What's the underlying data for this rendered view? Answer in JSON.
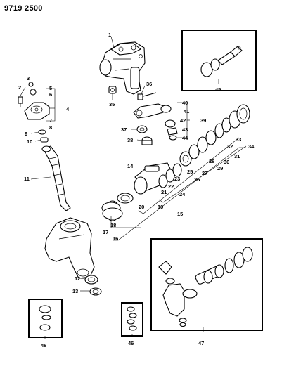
{
  "document_id": "9719 2500",
  "callouts": {
    "c1": "1",
    "c2": "2",
    "c3": "3",
    "c4": "4",
    "c5": "5",
    "c6": "6",
    "c7": "7",
    "c8": "8",
    "c9": "9",
    "c10": "10",
    "c11": "11",
    "c12": "12",
    "c13": "13",
    "c14": "14",
    "c15": "15",
    "c16": "16",
    "c17": "17",
    "c18": "18",
    "c19": "19",
    "c20": "20",
    "c21": "21",
    "c22": "22",
    "c23": "23",
    "c24": "24",
    "c25": "25",
    "c26": "26",
    "c27": "27",
    "c28": "28",
    "c29": "29",
    "c30": "30",
    "c31": "31",
    "c32": "32",
    "c33": "33",
    "c34": "34",
    "c35": "35",
    "c36": "36",
    "c37": "37",
    "c38": "38",
    "c39": "39",
    "c40": "40",
    "c41": "41",
    "c42": "42",
    "c43": "43",
    "c44": "44",
    "c45": "45",
    "c46": "46",
    "c47": "47",
    "c48": "48"
  }
}
